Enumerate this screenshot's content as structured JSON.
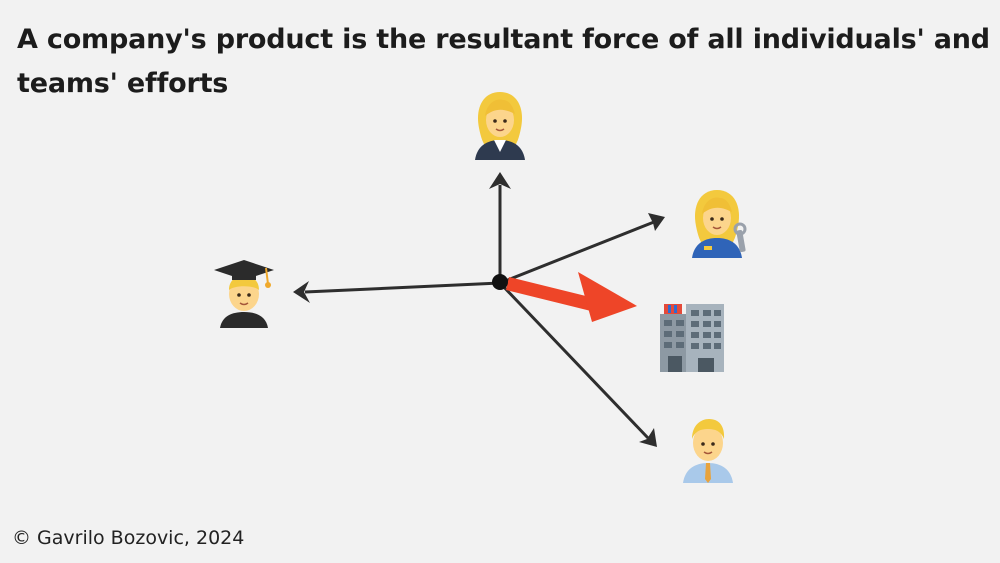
{
  "title": "A company's product is the resultant force of all individuals' and teams' efforts",
  "credit": "© Gavrilo Bozovic, 2024",
  "diagram": {
    "nodes": [
      {
        "name": "businesswoman-icon",
        "icon": "woman-office-worker"
      },
      {
        "name": "mechanic-woman-icon",
        "icon": "woman-mechanic"
      },
      {
        "name": "graduate-icon",
        "icon": "man-student"
      },
      {
        "name": "company-building-icon",
        "icon": "office-building"
      },
      {
        "name": "businessman-icon",
        "icon": "man-office-worker"
      }
    ],
    "colors": {
      "arrow": "#2e2e2e",
      "resultant": "#ee4528",
      "background": "#f2f2f2"
    }
  }
}
